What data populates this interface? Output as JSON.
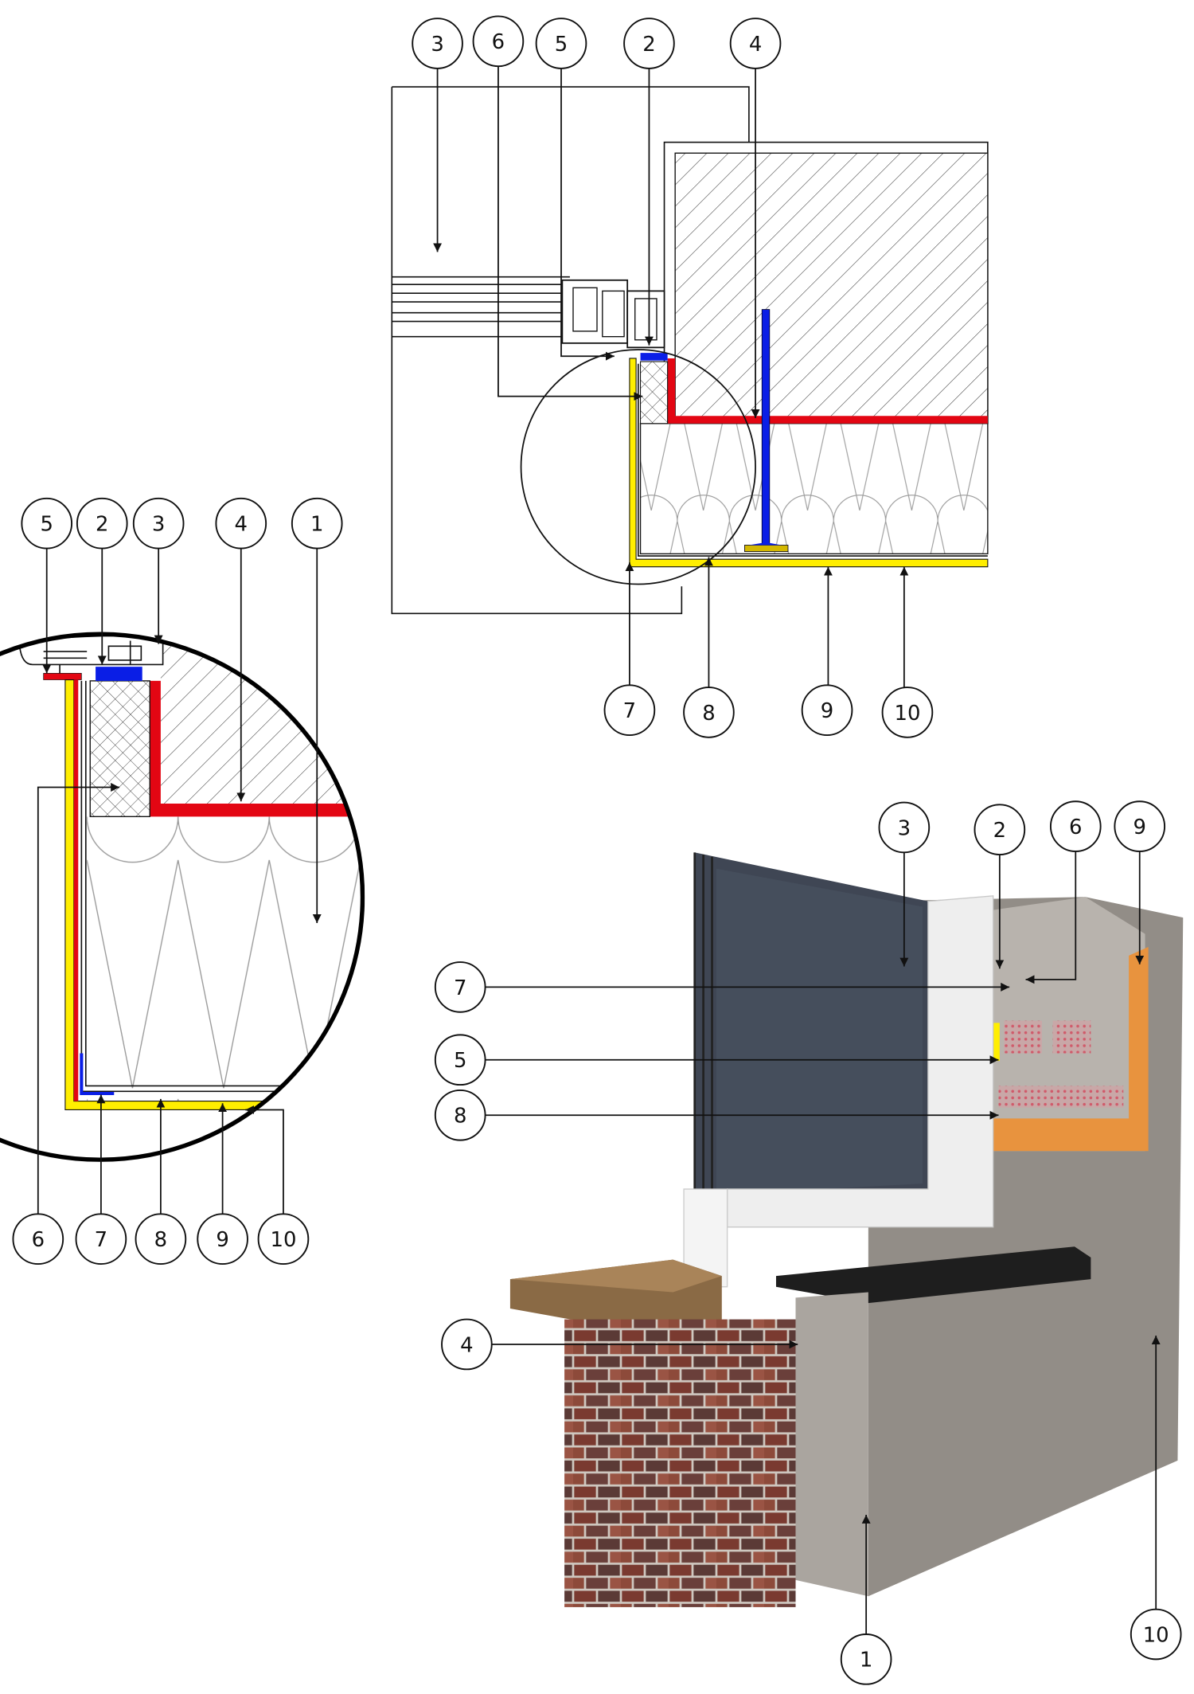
{
  "section_drawing": {
    "callouts_top": [
      "3",
      "6",
      "5",
      "2",
      "4"
    ],
    "callouts_bottom": [
      "7",
      "8",
      "9",
      "10"
    ]
  },
  "detail_drawing": {
    "callouts_top": [
      "5",
      "2",
      "3",
      "4",
      "1"
    ],
    "callouts_bottom": [
      "6",
      "7",
      "8",
      "9",
      "10"
    ]
  },
  "render_3d": {
    "callouts": [
      "3",
      "2",
      "6",
      "9",
      "7",
      "5",
      "8",
      "4",
      "1",
      "10"
    ]
  },
  "colors": {
    "membrane_red": "#e30613",
    "tape_blue": "#0a1ee6",
    "layer_yellow": "#ffee00",
    "insulation_orange": "#e8933e",
    "glass": "#3f4654",
    "plaster": "#8f8a85"
  }
}
